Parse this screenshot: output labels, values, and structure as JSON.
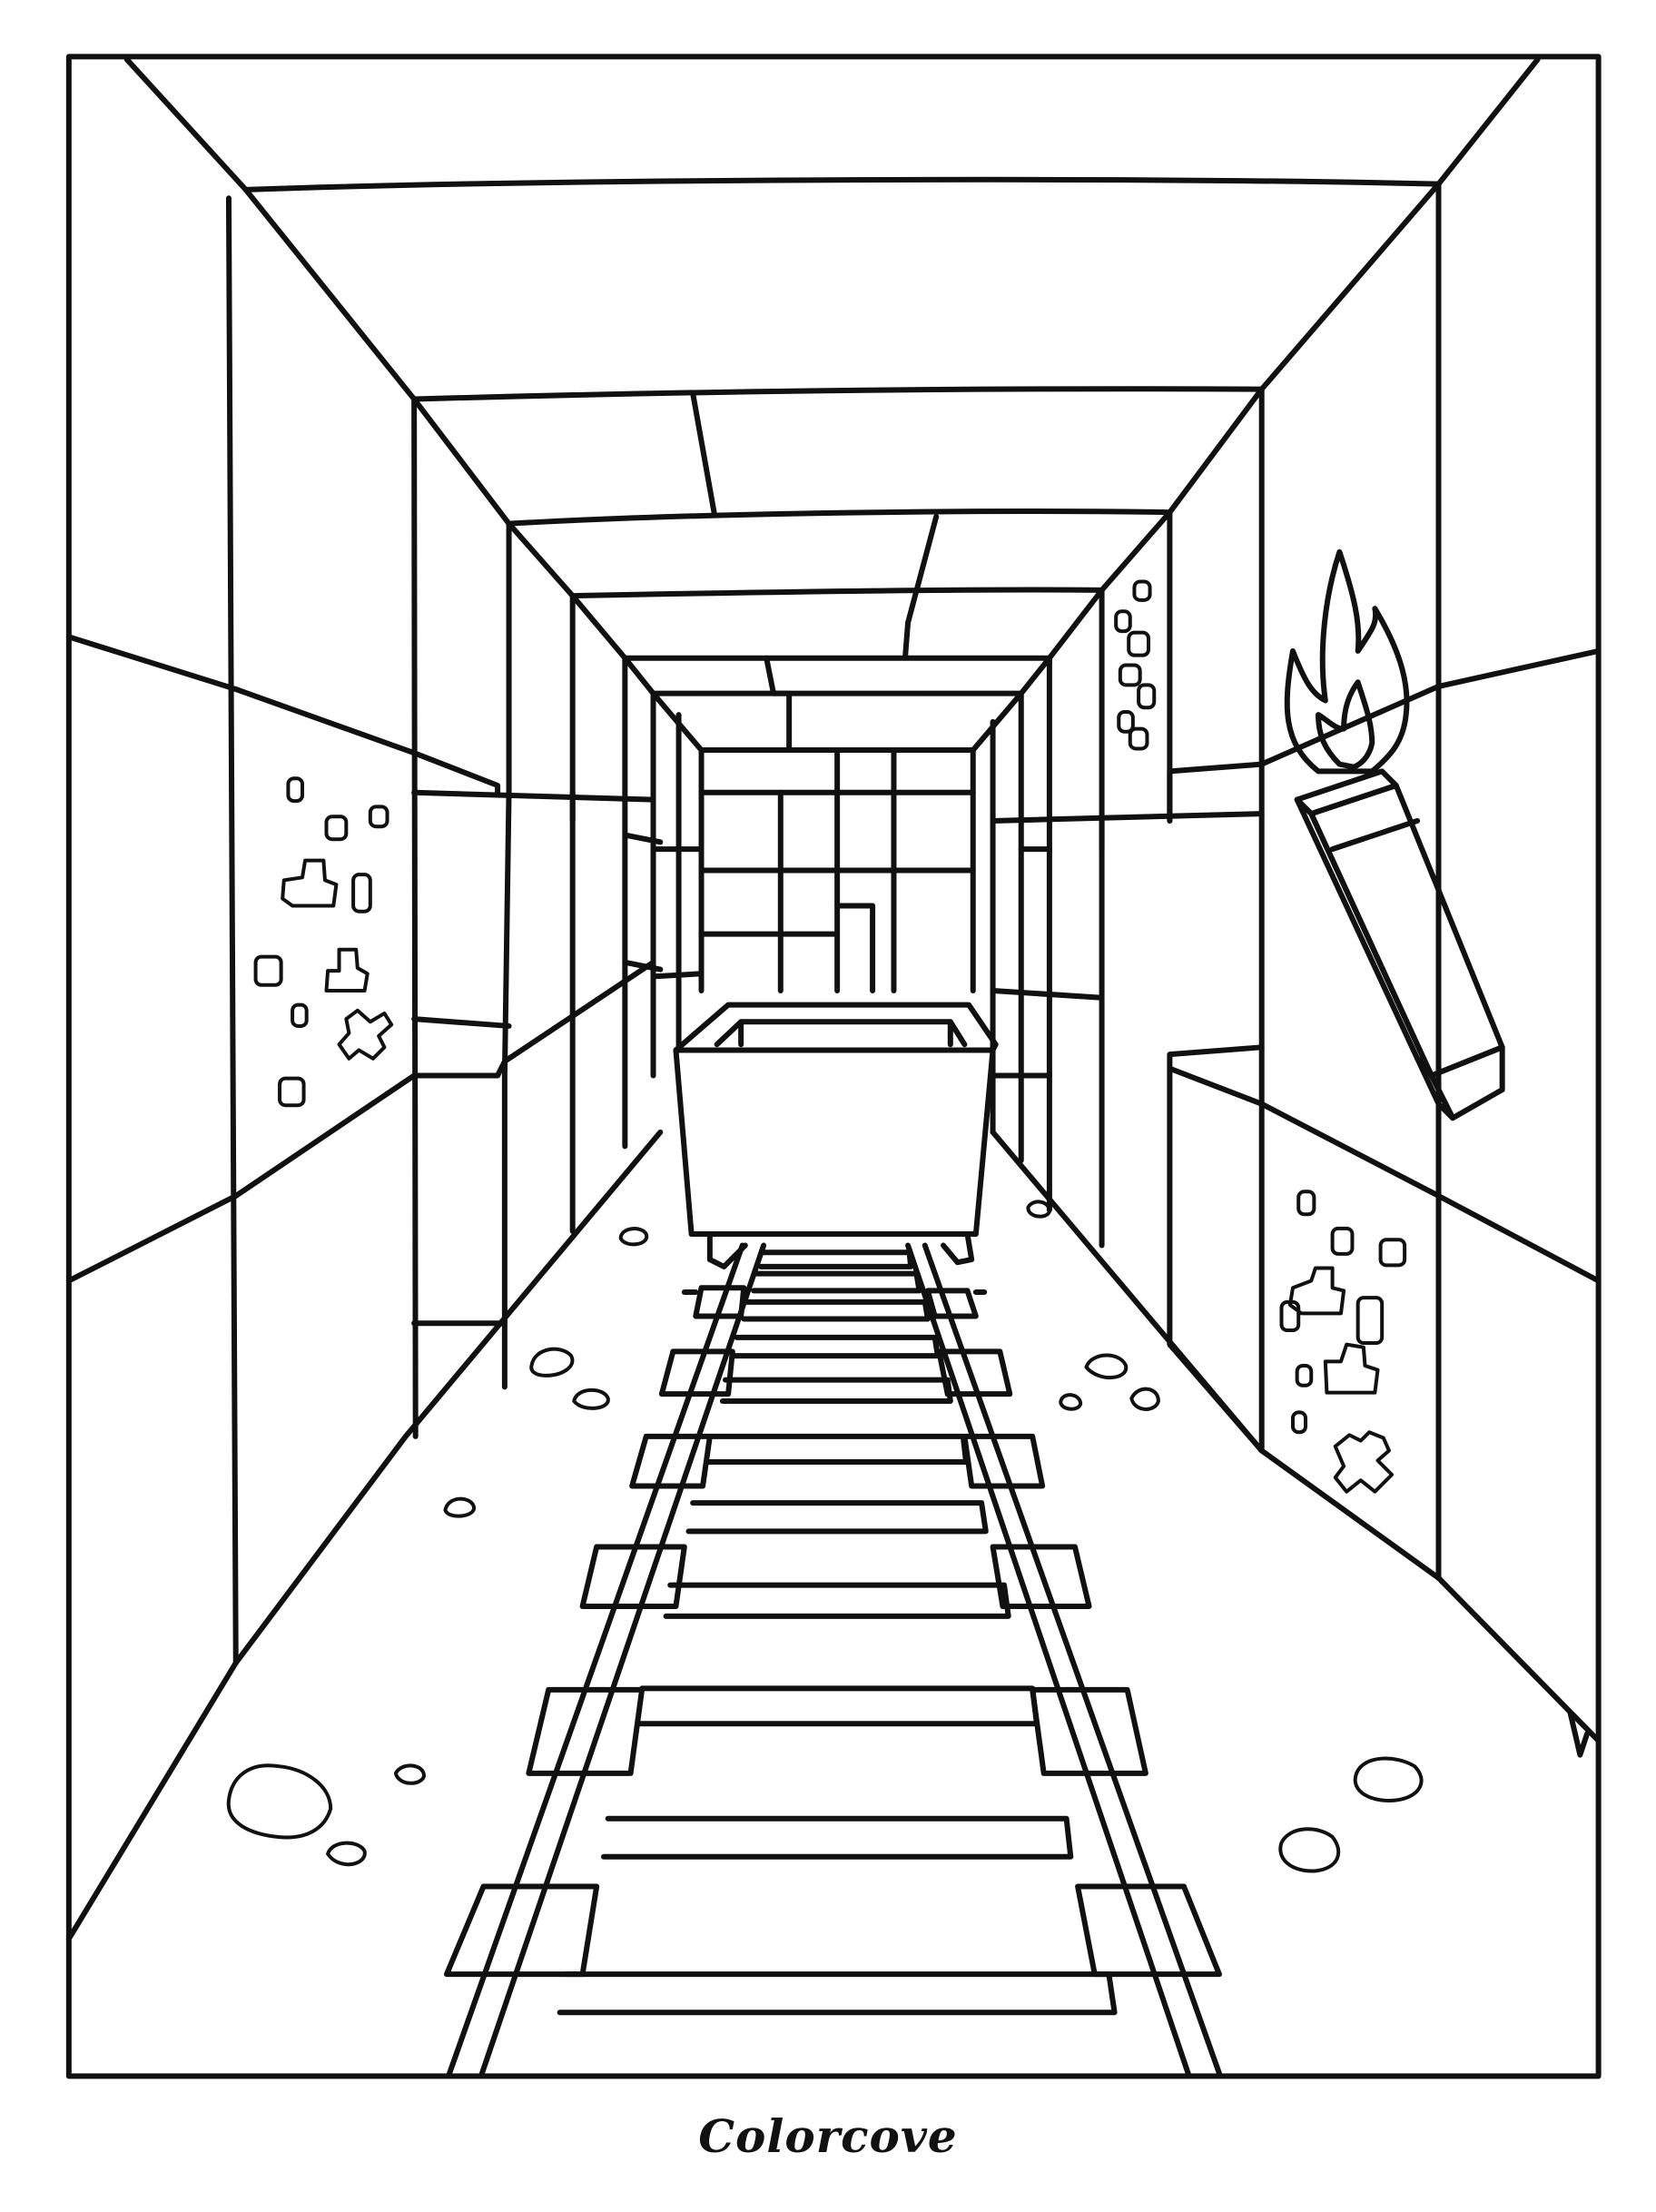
{
  "brand": {
    "name": "Colorcove"
  },
  "colors": {
    "ink": "#111111",
    "paper": "#ffffff"
  },
  "artwork": {
    "subject": "minecart-mine-tunnel",
    "elements": [
      "tunnel-walls",
      "ore-blocks",
      "torch",
      "minecart",
      "rail-track",
      "pebbles"
    ]
  }
}
